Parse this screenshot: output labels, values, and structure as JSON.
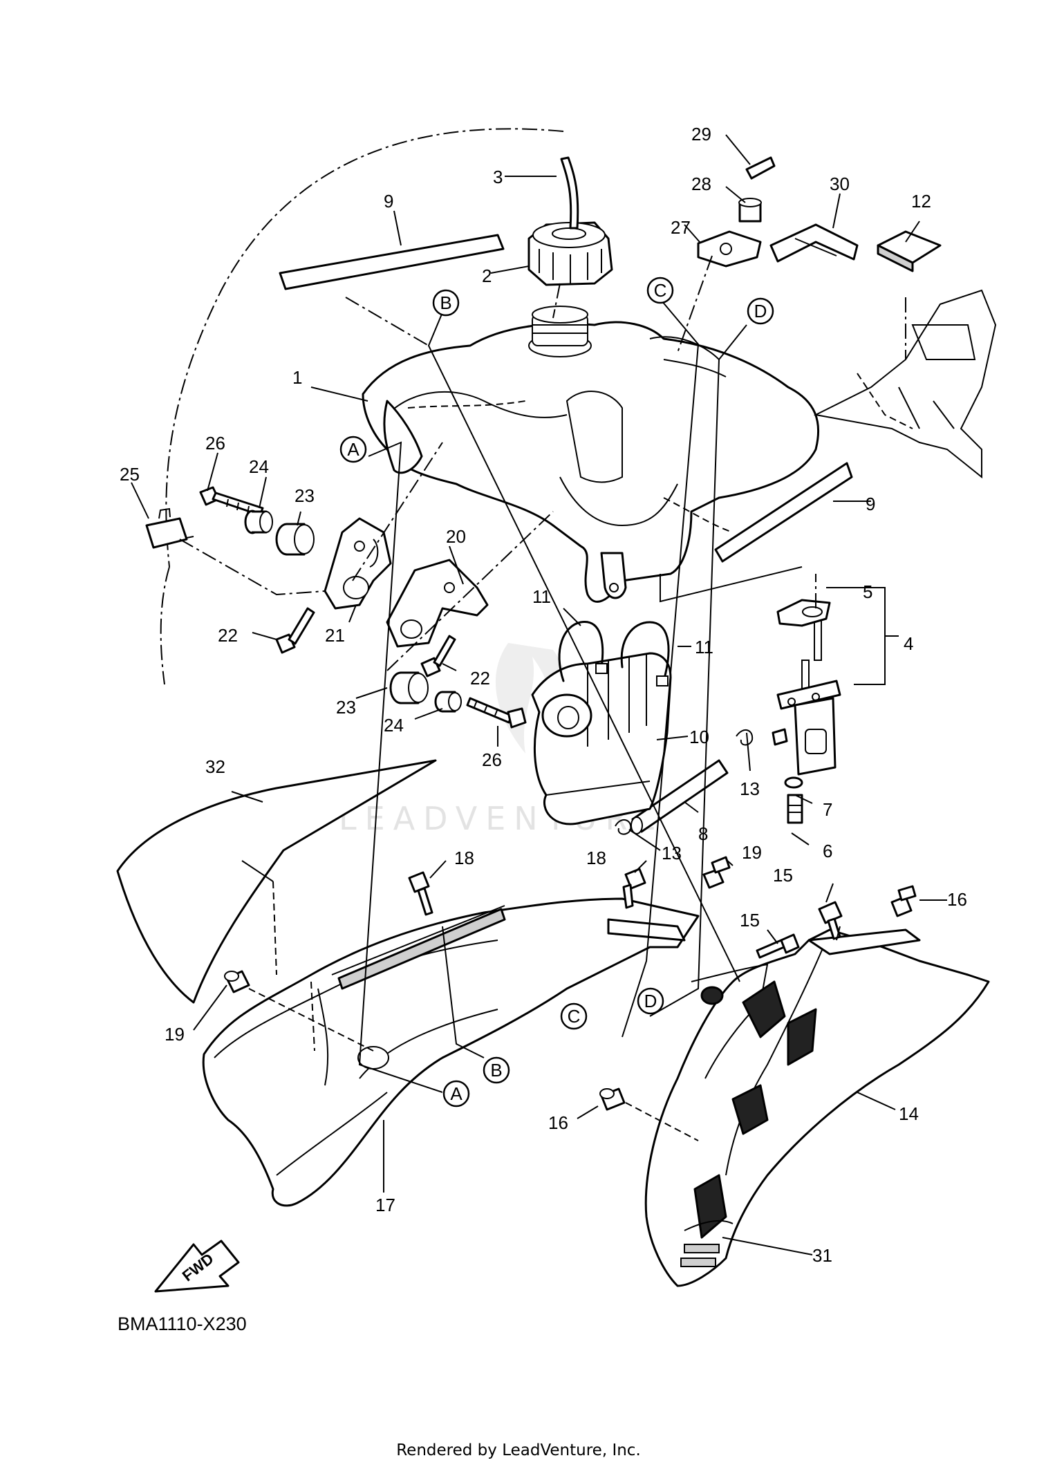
{
  "diagram": {
    "part_callouts": [
      "1",
      "2",
      "3",
      "4",
      "5",
      "6",
      "7",
      "8",
      "9",
      "9",
      "10",
      "11",
      "11",
      "12",
      "13",
      "13",
      "14",
      "15",
      "15",
      "16",
      "16",
      "17",
      "18",
      "18",
      "19",
      "19",
      "20",
      "21",
      "22",
      "22",
      "23",
      "23",
      "24",
      "24",
      "25",
      "26",
      "26",
      "27",
      "28",
      "29",
      "30",
      "31",
      "32"
    ],
    "reference_letters": [
      "A",
      "B",
      "C",
      "D",
      "A",
      "B",
      "C",
      "D"
    ],
    "direction_arrow": "FWD",
    "watermark": "LEADVENTURE",
    "diagram_code": "BMA1110-X230",
    "footer": "Rendered by LeadVenture, Inc."
  }
}
